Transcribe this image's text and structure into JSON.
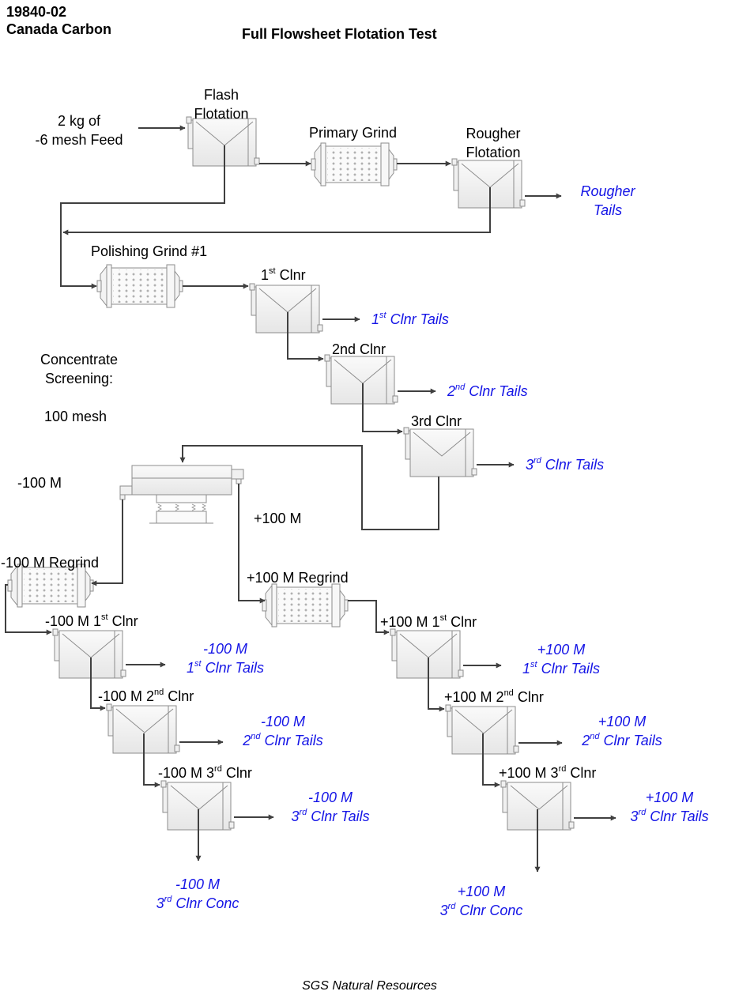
{
  "header": {
    "project_id": "19840-02",
    "client": "Canada Carbon",
    "title": "Full Flowsheet Flotation Test"
  },
  "footer": "SGS Natural Resources",
  "colors": {
    "stream_line": "#404040",
    "output_text": "#1414e6",
    "equipment_fill": "#f2f2f2",
    "equipment_stroke": "#8c8c8c"
  },
  "feed": {
    "line1": "2 kg of",
    "line2": "-6 mesh Feed"
  },
  "notes": {
    "screening_line1": "Concentrate",
    "screening_line2": "Screening:",
    "screening_mesh": "100 mesh",
    "minus_label": "-100 M",
    "plus_label": "+100 M"
  },
  "units": {
    "flash": {
      "line1": "Flash",
      "line2": "Flotation",
      "type": "flotation-cell"
    },
    "primary_grind": {
      "label": "Primary Grind",
      "type": "grinding-mill"
    },
    "rougher": {
      "line1": "Rougher",
      "line2": "Flotation",
      "type": "flotation-cell"
    },
    "polishing_grind": {
      "label": "Polishing Grind #1",
      "type": "grinding-mill"
    },
    "cl1": {
      "pre": "1",
      "sup": "st",
      "post": " Clnr",
      "type": "flotation-cell"
    },
    "cl2": {
      "label": "2nd Clnr",
      "type": "flotation-cell"
    },
    "cl3": {
      "label": "3rd Clnr",
      "type": "flotation-cell"
    },
    "screen": {
      "type": "vibrating-screen"
    },
    "m_regrind": {
      "label": "-100 M Regrind",
      "type": "grinding-mill"
    },
    "p_regrind": {
      "label": "+100 M Regrind",
      "type": "grinding-mill"
    },
    "m_cl1": {
      "pre": "-100 M 1",
      "sup": "st",
      "post": " Clnr"
    },
    "m_cl2": {
      "pre": "-100 M 2",
      "sup": "nd",
      "post": " Clnr"
    },
    "m_cl3": {
      "pre": "-100 M 3",
      "sup": "rd",
      "post": " Clnr"
    },
    "p_cl1": {
      "pre": "+100 M 1",
      "sup": "st",
      "post": " Clnr"
    },
    "p_cl2": {
      "pre": "+100 M 2",
      "sup": "nd",
      "post": " Clnr"
    },
    "p_cl3": {
      "pre": "+100 M 3",
      "sup": "rd",
      "post": " Clnr"
    }
  },
  "outputs": {
    "rougher_tails": {
      "line1": "Rougher",
      "line2": "Tails"
    },
    "cl1_tails": {
      "pre": "1",
      "sup": "st",
      "post": " Clnr Tails"
    },
    "cl2_tails": {
      "pre": "2",
      "sup": "nd",
      "post": " Clnr Tails"
    },
    "cl3_tails": {
      "pre": "3",
      "sup": "rd",
      "post": " Clnr Tails"
    },
    "m_cl1_tails": {
      "line1": "-100 M",
      "pre": "1",
      "sup": "st",
      "post": " Clnr Tails"
    },
    "m_cl2_tails": {
      "line1": "-100 M",
      "pre": "2",
      "sup": "nd",
      "post": " Clnr Tails"
    },
    "m_cl3_tails": {
      "line1": "-100 M",
      "pre": "3",
      "sup": "rd",
      "post": " Clnr Tails"
    },
    "m_conc": {
      "line1": "-100 M",
      "pre": "3",
      "sup": "rd",
      "post": " Clnr Conc"
    },
    "p_cl1_tails": {
      "line1": "+100 M",
      "pre": "1",
      "sup": "st",
      "post": " Clnr Tails"
    },
    "p_cl2_tails": {
      "line1": "+100 M",
      "pre": "2",
      "sup": "nd",
      "post": " Clnr Tails"
    },
    "p_cl3_tails": {
      "line1": "+100 M",
      "pre": "3",
      "sup": "rd",
      "post": " Clnr Tails"
    },
    "p_conc": {
      "line1": "+100 M",
      "pre": "3",
      "sup": "rd",
      "post": " Clnr Conc"
    }
  }
}
